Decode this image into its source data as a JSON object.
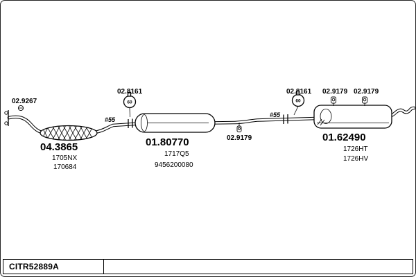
{
  "diagram": {
    "labels": {
      "flange_front": "02.9267",
      "clamp_front": "02.8161",
      "clamp_front_size": "60",
      "dia_front": "#55",
      "cat_main": "04.3865",
      "cat_sub1": "1705NX",
      "cat_sub2": "170684",
      "mid_main": "01.80770",
      "mid_sub1": "1717Q5",
      "mid_sub2": "9456200080",
      "hanger_mid": "02.9179",
      "dia_rear": "#55",
      "clamp_rear": "02.8161",
      "clamp_rear_size": "60",
      "hanger_rear1": "02.9179",
      "hanger_rear2": "02.9179",
      "rear_main": "01.62490",
      "rear_sub1": "1726HT",
      "rear_sub2": "1726HV"
    },
    "colors": {
      "line": "#000000",
      "background": "#ffffff"
    }
  },
  "footer": {
    "code": "CITR52889A"
  }
}
